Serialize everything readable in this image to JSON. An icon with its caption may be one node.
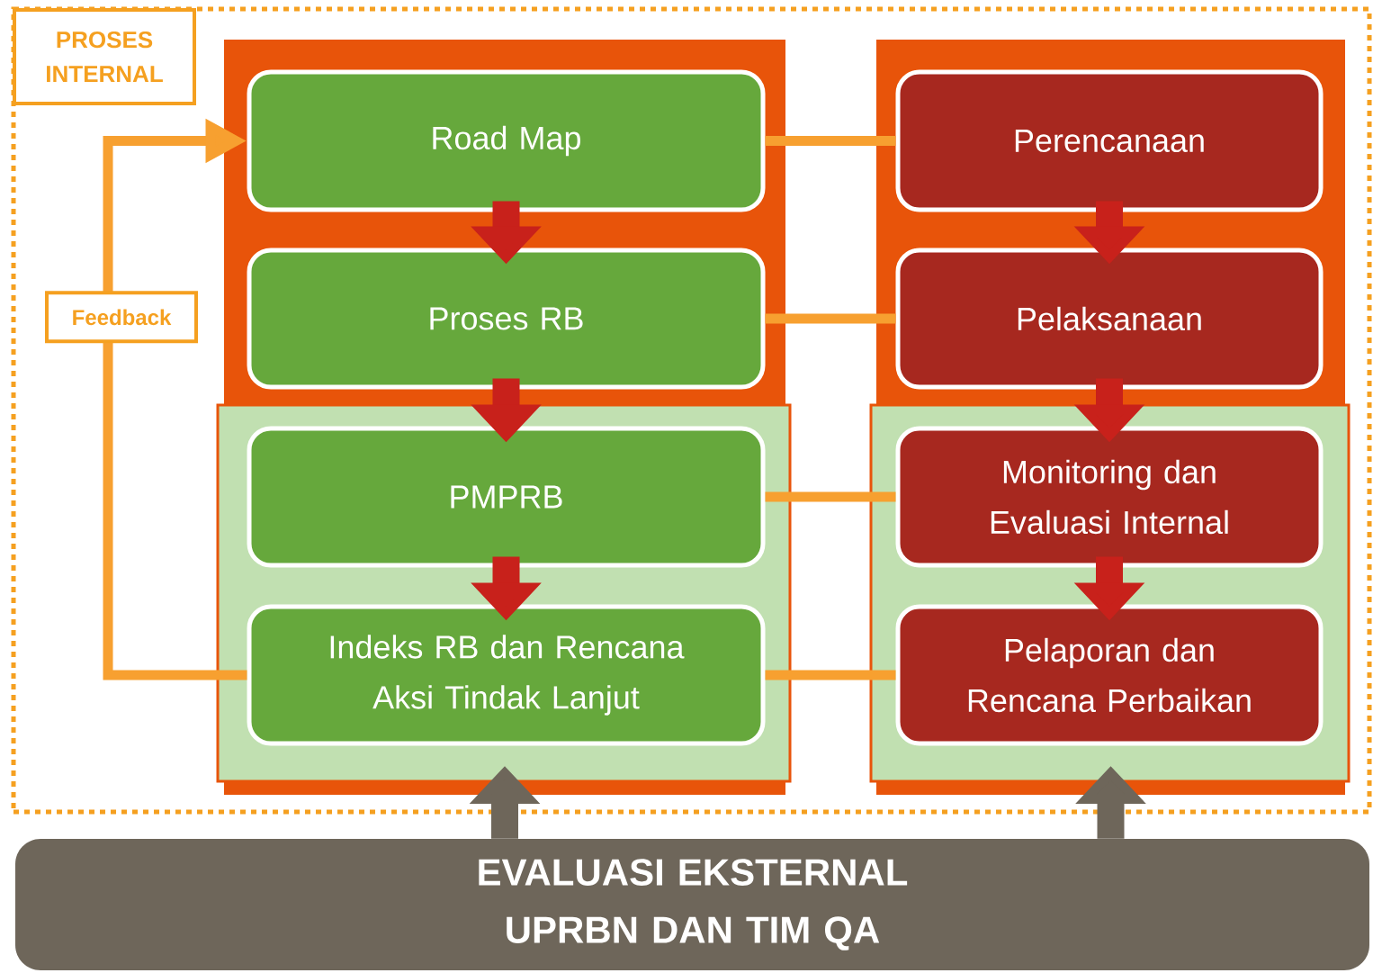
{
  "diagram": {
    "nodes": [
      {
        "text": [
          "PROSES INTERNAL"
        ]
      },
      {
        "text": [],
        "shape": "box",
        "in": 0
      },
      {
        "text": [
          "Road Map"
        ],
        "in": 1
      },
      {
        "text": [
          "Proses RB"
        ],
        "in": 1
      },
      {
        "text": [
          "PMPRB"
        ],
        "in": 1
      },
      {
        "text": [
          "Indeks RB dan Rencana Aksi Tindak Lanjut"
        ],
        "in": 1
      },
      {
        "text": [],
        "shape": "box",
        "in": 0
      },
      {
        "text": [
          "Perencanaan"
        ],
        "in": 6
      },
      {
        "text": [
          "Pelaksanaan"
        ],
        "in": 6
      },
      {
        "text": [
          "Monitoring dan Evaluasi Internal"
        ],
        "in": 6
      },
      {
        "text": [
          "Pelaporan dan Rencana Perbaikan"
        ],
        "in": 6
      },
      {
        "text": [
          "EVALUASI EKSTERNAL UPRBN DAN TIM QA"
        ]
      }
    ],
    "edges": [
      {
        "from": 2,
        "to": 3,
        "arrow": "to"
      },
      {
        "from": 3,
        "to": 4,
        "arrow": "to"
      },
      {
        "from": 4,
        "to": 5,
        "arrow": "to"
      },
      {
        "from": 7,
        "to": 8,
        "arrow": "to"
      },
      {
        "from": 8,
        "to": 9,
        "arrow": "to"
      },
      {
        "from": 9,
        "to": 10,
        "arrow": "to"
      },
      {
        "from": 2,
        "to": 7,
        "arrow": "none",
        "color": "#f7a030"
      },
      {
        "from": 3,
        "to": 8,
        "arrow": "none",
        "color": "#f7a030"
      },
      {
        "from": 4,
        "to": 9,
        "arrow": "none",
        "color": "#f7a030"
      },
      {
        "from": 5,
        "to": 10,
        "arrow": "none",
        "color": "#f7a030"
      },
      {
        "from": 5,
        "to": 2,
        "arrow": "to",
        "label": "Feedback",
        "color": "#f7a030"
      },
      {
        "from": 11,
        "to": 1,
        "arrow": "to",
        "color": "#6e665a"
      },
      {
        "from": 11,
        "to": 6,
        "arrow": "to",
        "color": "#6e665a"
      }
    ]
  }
}
